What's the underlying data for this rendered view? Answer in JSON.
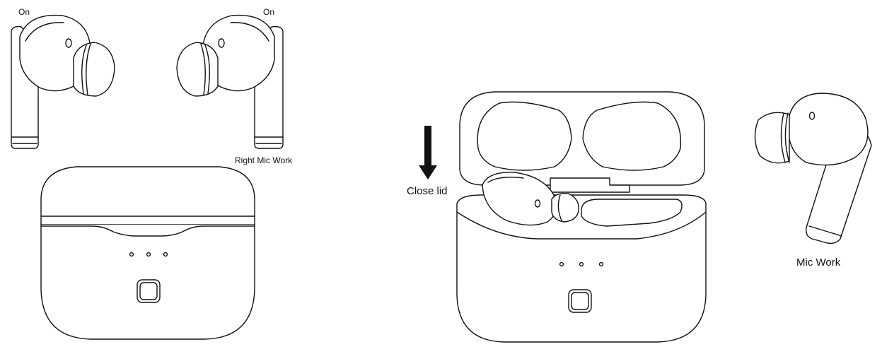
{
  "labels": {
    "left_bud_state": "On",
    "right_bud_state": "On",
    "right_mic": "Right Mic Work",
    "close_lid": "Close lid",
    "mic_work": "Mic Work"
  }
}
